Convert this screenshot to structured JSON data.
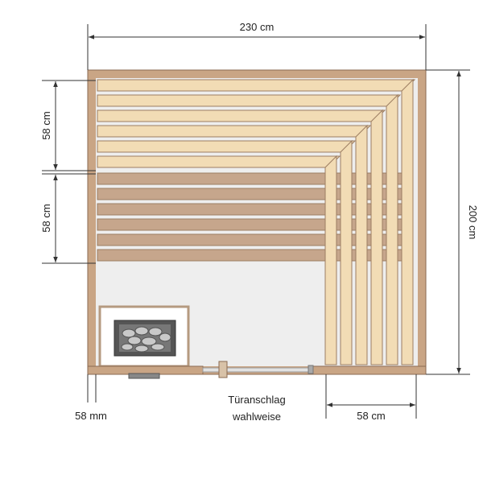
{
  "dimensions": {
    "width": "230 cm",
    "height": "200 cm",
    "bench_upper": "58 cm",
    "bench_lower": "58 cm",
    "wall_thickness": "58 mm",
    "bench_side_depth": "58 cm"
  },
  "door_note": {
    "line1": "Türanschlag",
    "line2": "wahlweise"
  },
  "colors": {
    "wall": "#c9a585",
    "slat_light": "#f2dcb5",
    "slat_dark": "#c6a68c",
    "floor": "#eeeeee",
    "heater_frame": "#ffffff",
    "heater_body": "#555555",
    "stones": "#c7c7c7",
    "dimension_line": "#333333"
  },
  "icons": {
    "heater": "sauna-heater-icon",
    "door": "glass-door-icon"
  }
}
